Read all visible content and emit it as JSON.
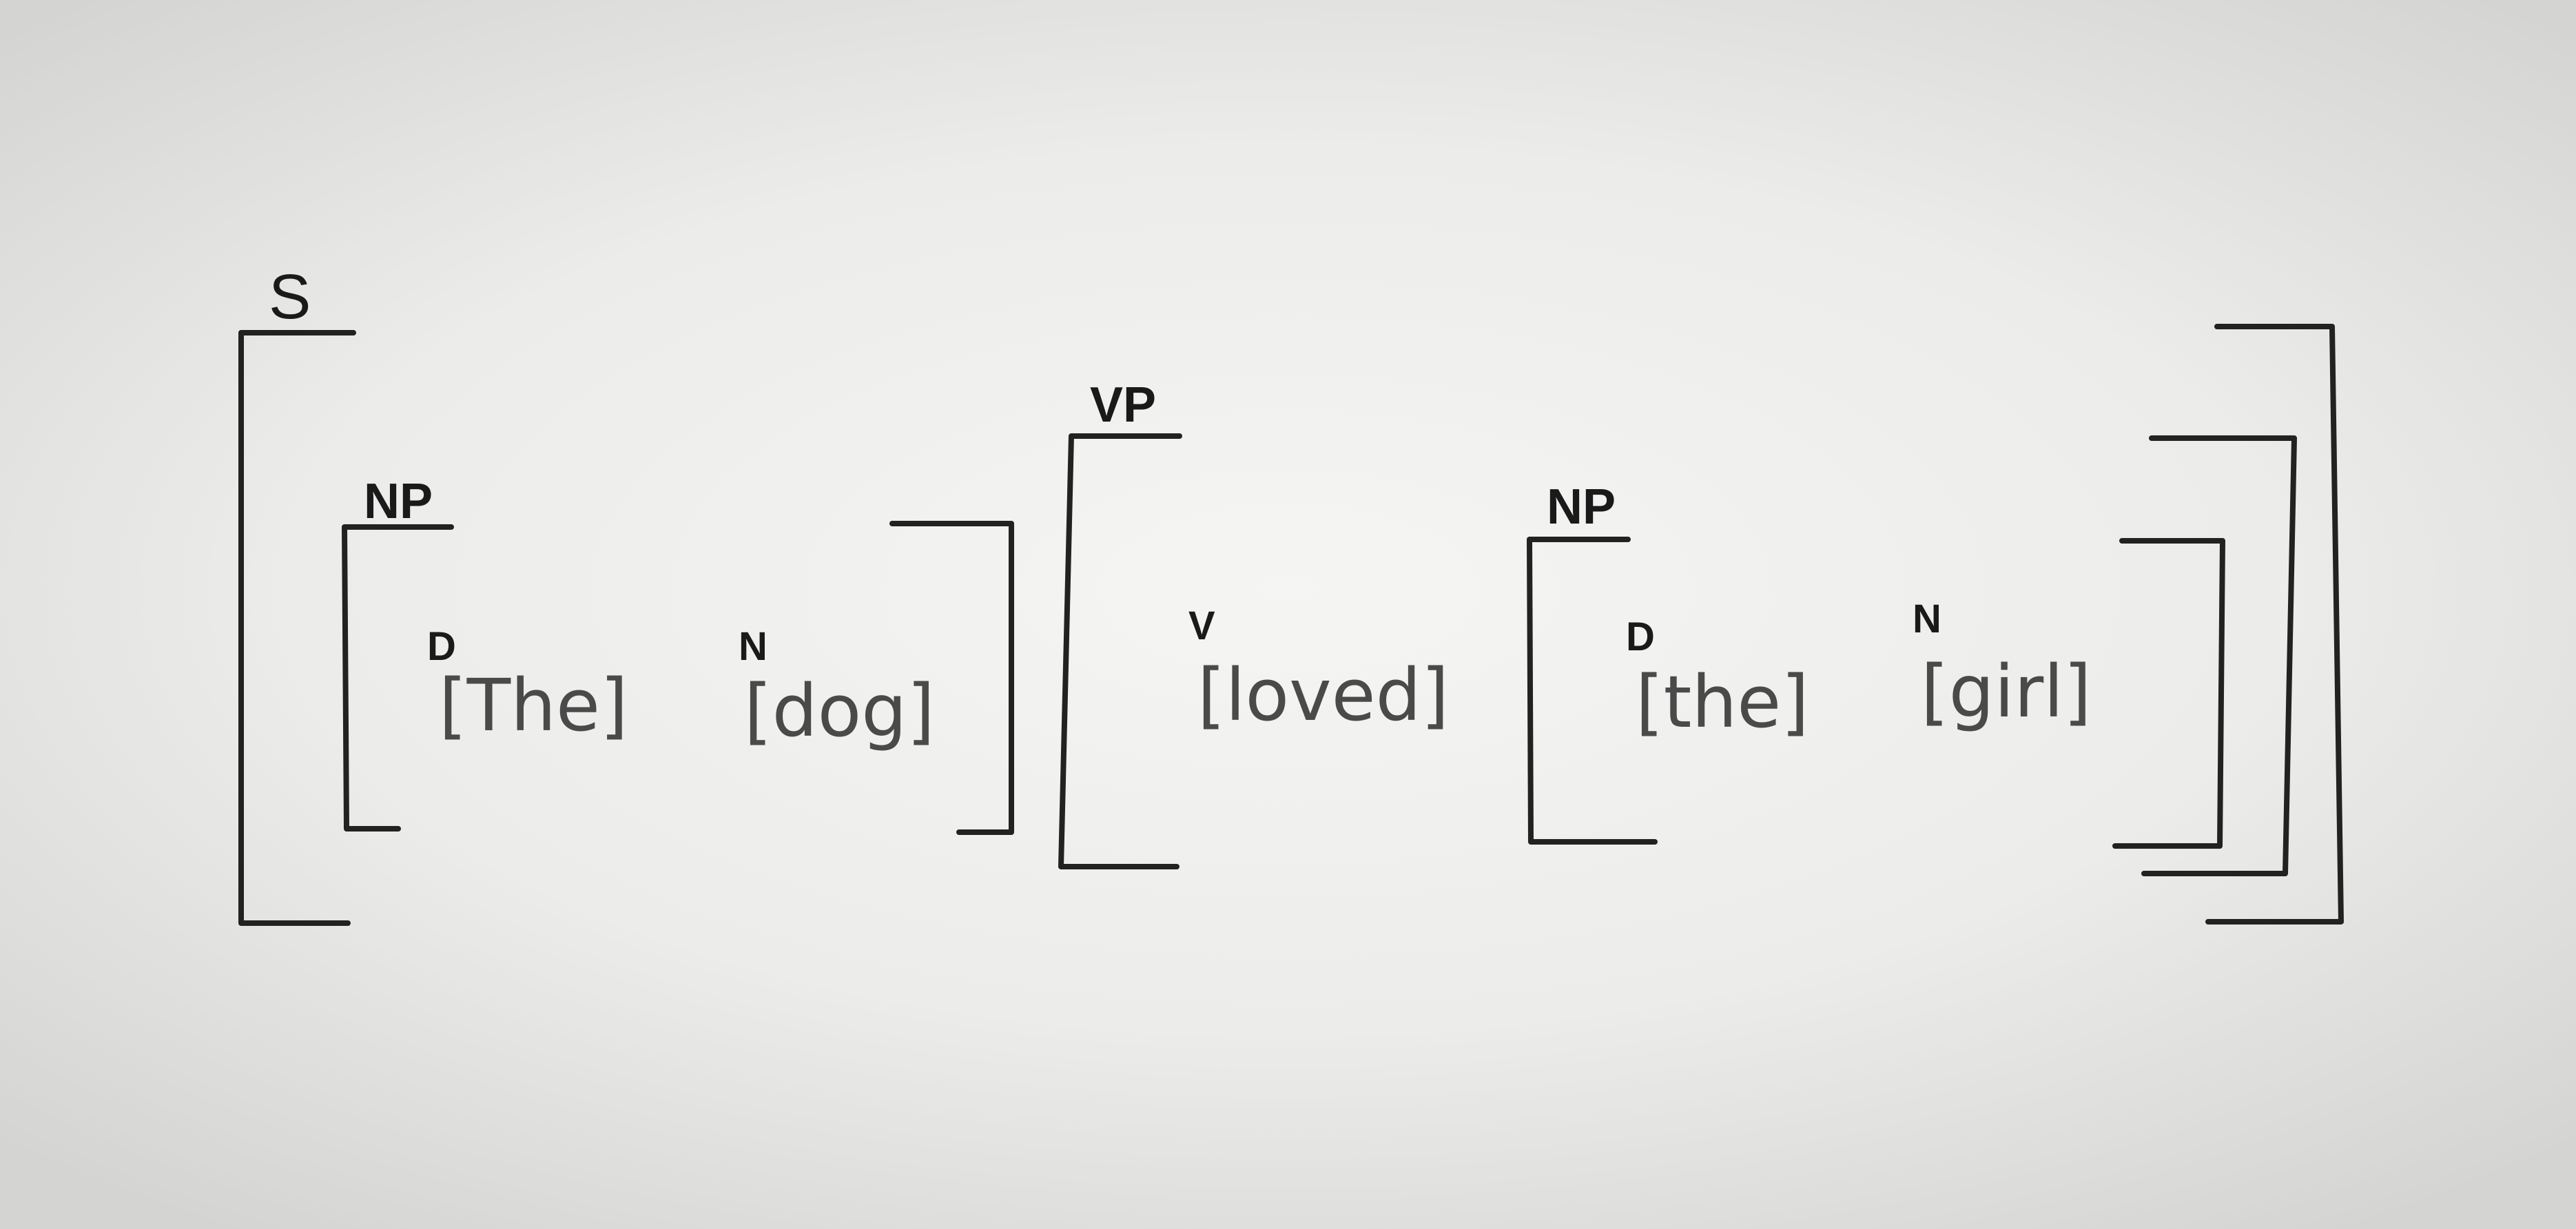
{
  "sentence": {
    "label": "S",
    "subject": {
      "label": "NP",
      "det": {
        "label": "D",
        "word": "[The]"
      },
      "noun": {
        "label": "N",
        "word": "[dog]"
      }
    },
    "predicate": {
      "label": "VP",
      "verb": {
        "label": "V",
        "word": "[loved]"
      },
      "object": {
        "label": "NP",
        "det": {
          "label": "D",
          "word": "[the]"
        },
        "noun": {
          "label": "N",
          "word": "[girl]"
        }
      }
    }
  },
  "colors": {
    "ink": "#222222",
    "text": "#4a4a4a",
    "paper": "#efefed"
  }
}
